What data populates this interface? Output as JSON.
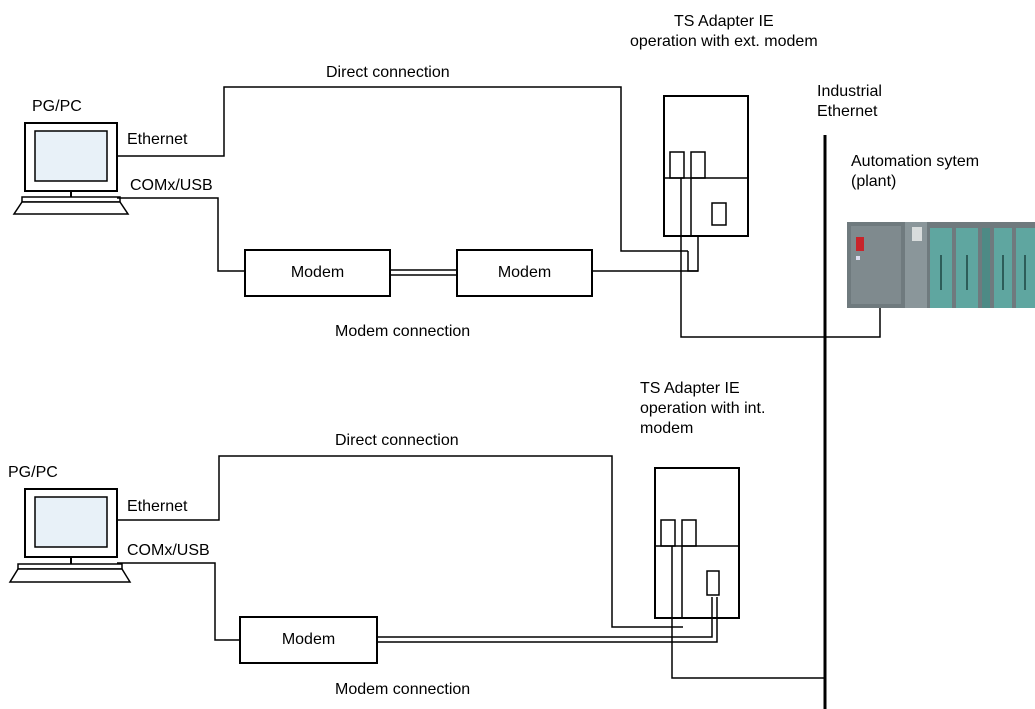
{
  "top": {
    "pc_label": "PG/PC",
    "ethernet_label": "Ethernet",
    "com_label": "COMx/USB",
    "direct_label": "Direct connection",
    "modem1_label": "Modem",
    "modem2_label": "Modem",
    "modem_conn_label": "Modem connection",
    "adapter_label": "TS Adapter IE\noperation with ext. modem"
  },
  "bottom": {
    "pc_label": "PG/PC",
    "ethernet_label": "Ethernet",
    "com_label": "COMx/USB",
    "direct_label": "Direct connection",
    "modem_label": "Modem",
    "modem_conn_label": "Modem connection",
    "adapter_label": "TS Adapter IE\noperation with int.\nmodem"
  },
  "bus_label": "Industrial\nEthernet",
  "plant_label": "Automation sytem\n(plant)",
  "colors": {
    "line": "#000000",
    "screen": "#e8f1f8",
    "plc_body": "#6f7a7e",
    "plc_module": "#5fa6a0",
    "plc_red": "#c8242b"
  }
}
